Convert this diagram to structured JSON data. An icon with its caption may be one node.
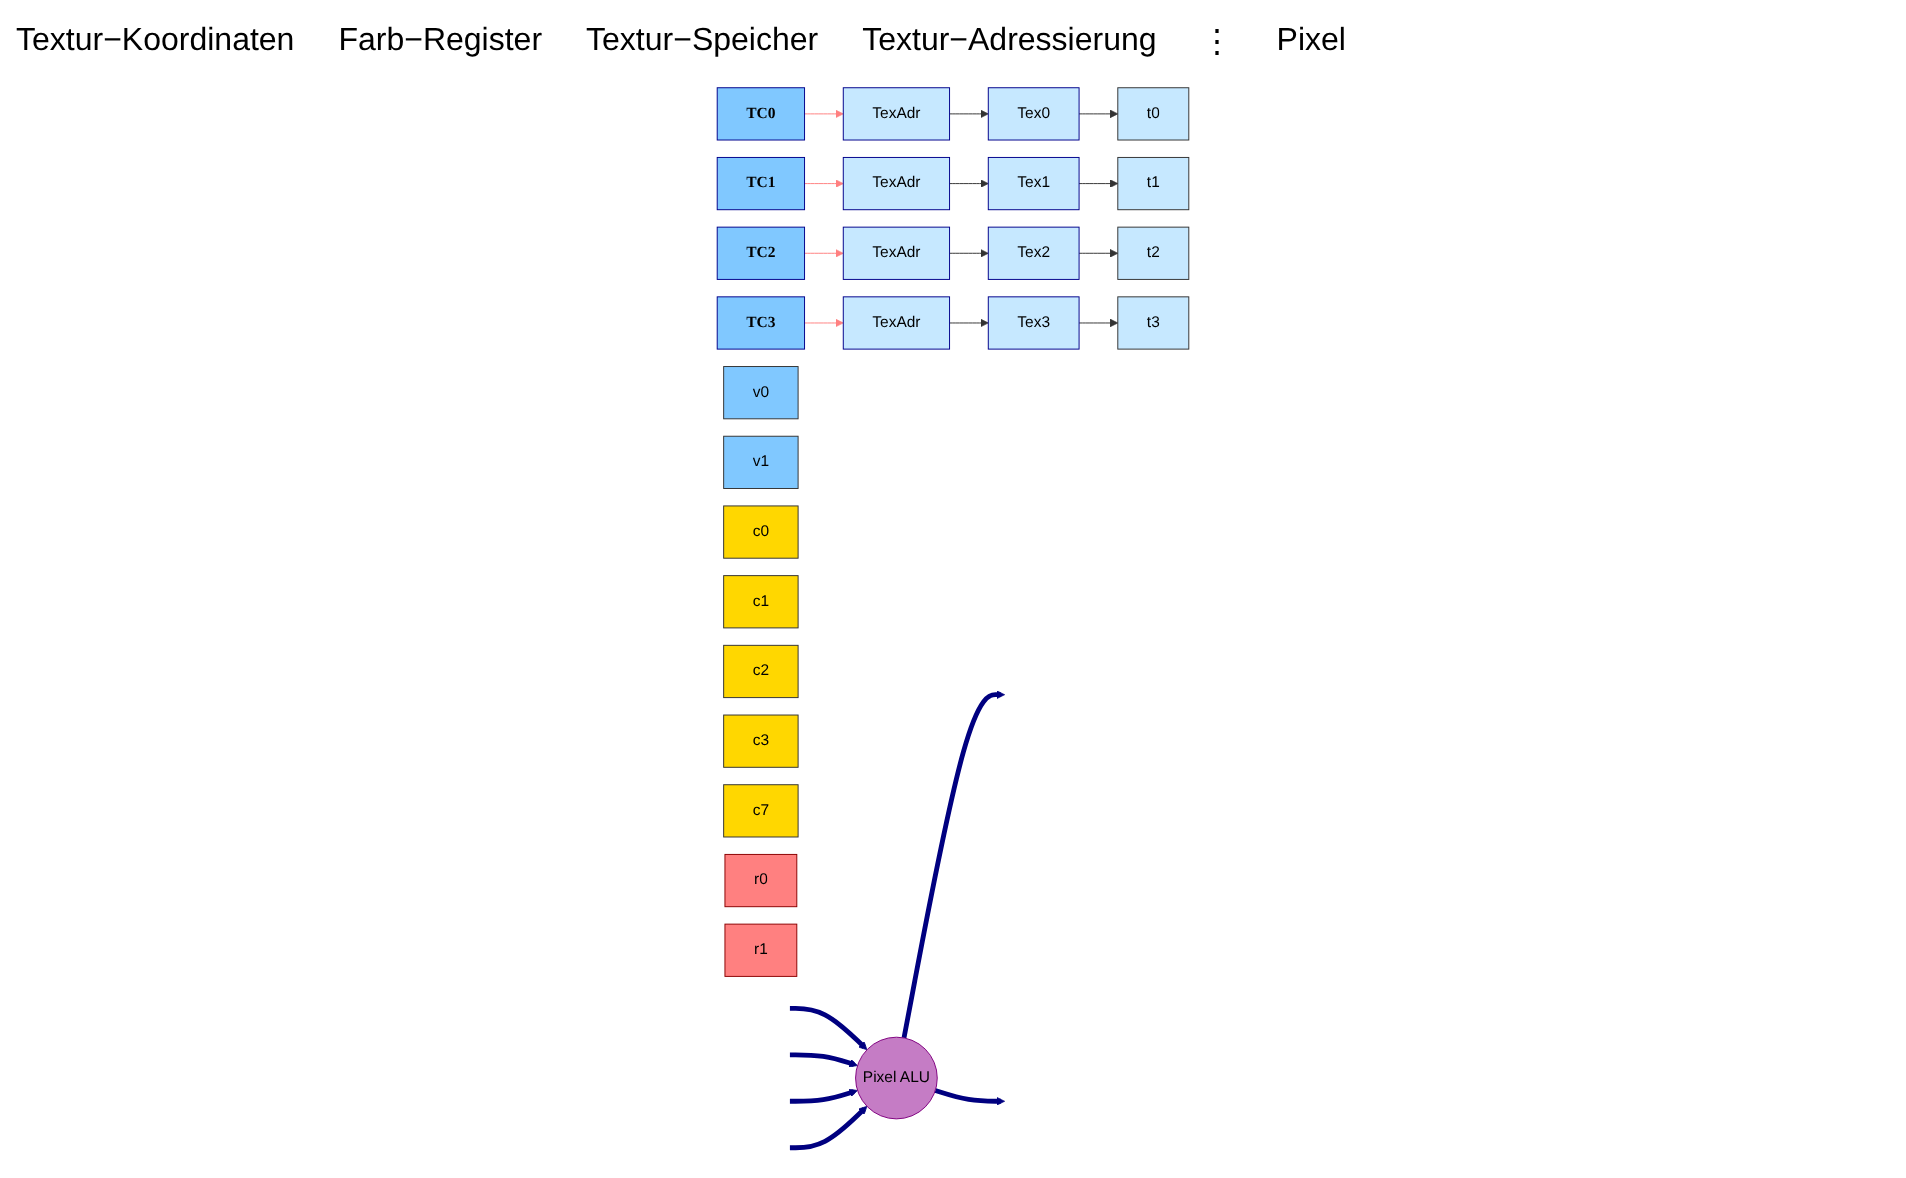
{
  "diagram": {
    "nodes": [
      {
        "text": [
          "TC0"
        ]
      },
      {
        "text": [
          "TC1"
        ]
      },
      {
        "text": [
          "TC2"
        ]
      },
      {
        "text": [
          "TC3"
        ]
      },
      {
        "text": [
          "TexAdr"
        ]
      },
      {
        "text": [
          "TexAdr"
        ]
      },
      {
        "text": [
          "TexAdr"
        ]
      },
      {
        "text": [
          "TexAdr"
        ]
      },
      {
        "text": [
          "Tex0"
        ]
      },
      {
        "text": [
          "Tex1"
        ]
      },
      {
        "text": [
          "Tex2"
        ]
      },
      {
        "text": [
          "Tex3"
        ]
      },
      {
        "text": [
          "t0"
        ]
      },
      {
        "text": [
          "t1"
        ]
      },
      {
        "text": [
          "t2"
        ]
      },
      {
        "text": [
          "t3"
        ]
      },
      {
        "text": [
          "v0"
        ]
      },
      {
        "text": [
          "v1"
        ]
      },
      {
        "text": [
          "Pixel ALU"
        ]
      },
      {
        "text": [
          "c0"
        ]
      },
      {
        "text": [
          "c1"
        ]
      },
      {
        "text": [
          "c2"
        ]
      },
      {
        "text": [
          "c3"
        ]
      },
      {
        "text": [
          "c7"
        ]
      },
      {
        "text": [
          "r0"
        ]
      },
      {
        "text": [
          "r1"
        ]
      }
    ],
    "edges": [
      {
        "from": 0,
        "to": 4,
        "arrow": "to",
        "color": "#ff8080"
      },
      {
        "from": 1,
        "to": 5,
        "arrow": "to",
        "color": "#ff8080"
      },
      {
        "from": 2,
        "to": 6,
        "arrow": "to",
        "color": "#ff8080"
      },
      {
        "from": 3,
        "to": 7,
        "arrow": "to",
        "color": "#ff8080"
      },
      {
        "from": 4,
        "to": 8,
        "arrow": "to"
      },
      {
        "from": 5,
        "to": 9,
        "arrow": "to"
      },
      {
        "from": 6,
        "to": 10,
        "arrow": "to"
      },
      {
        "from": 7,
        "to": 11,
        "arrow": "to"
      },
      {
        "from": 8,
        "to": 12,
        "arrow": "to"
      },
      {
        "from": 9,
        "to": 13,
        "arrow": "to"
      },
      {
        "from": 10,
        "to": 14,
        "arrow": "to"
      },
      {
        "from": 11,
        "to": 15,
        "arrow": "to"
      },
      {
        "from": null,
        "to": 18,
        "arrow": "to",
        "style": "thick",
        "color": "#000080"
      },
      {
        "from": null,
        "to": 18,
        "arrow": "to",
        "style": "thick",
        "color": "#000080"
      },
      {
        "from": 18,
        "to": null,
        "arrow": "to",
        "style": "thick",
        "color": "#000080"
      },
      {
        "from": null,
        "to": 18,
        "arrow": "to",
        "style": "thick",
        "color": "#000080"
      },
      {
        "from": null,
        "to": 18,
        "arrow": "to",
        "style": "thick",
        "color": "#000080"
      },
      {
        "from": 18,
        "to": null,
        "arrow": "to",
        "style": "thick",
        "color": "#000080"
      }
    ],
    "labels": [
      "Textur−Koordinaten",
      "Farb−Register",
      "Textur−Speicher",
      "Textur−Adressierung",
      "⋮",
      "Pixel"
    ]
  }
}
